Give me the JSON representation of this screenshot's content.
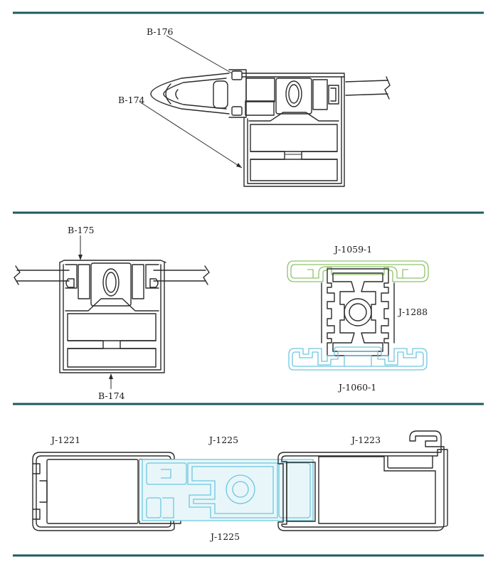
{
  "colors": {
    "rule": "#1f5a5e",
    "ink": "#2a2a2a",
    "green_profile": "#8fc46a",
    "blue_profile": "#6cc7df"
  },
  "section1": {
    "labels": {
      "b176": "B-176",
      "b174": "B-174"
    }
  },
  "section2": {
    "labels": {
      "b175": "B-175",
      "b174": "B-174",
      "j1059": "J-1059-1",
      "j1288": "J-1288",
      "j1060": "J-1060-1"
    }
  },
  "section3": {
    "labels": {
      "j1221": "J-1221",
      "j1225_top": "J-1225",
      "j1223": "J-1223",
      "j1225_bottom": "J-1225"
    }
  }
}
